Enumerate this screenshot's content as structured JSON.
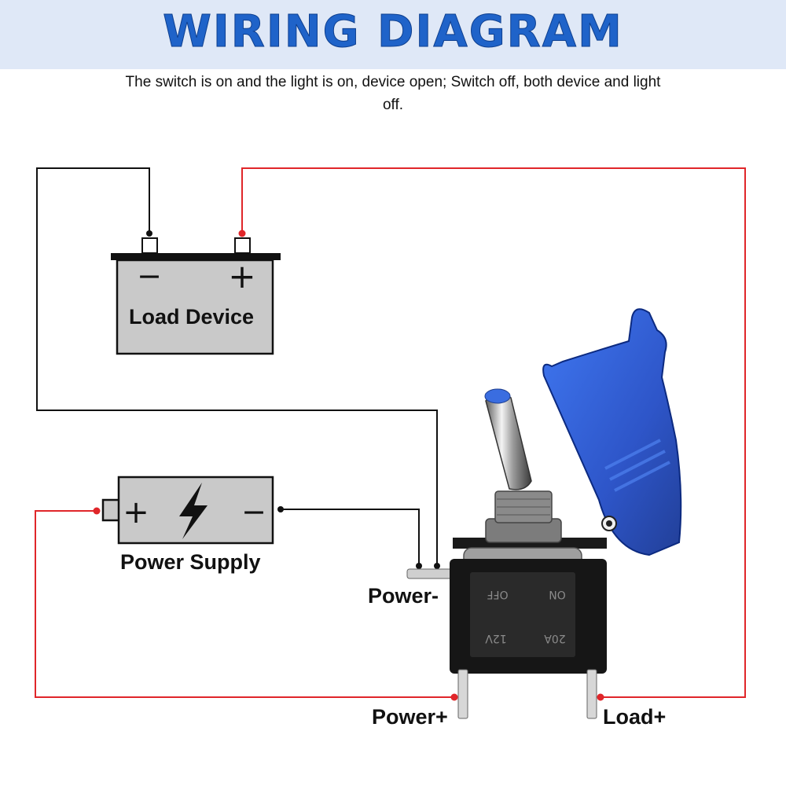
{
  "header": {
    "title": "WIRING DIAGRAM",
    "subtitle": "The switch is on and the light is on, device open; Switch off, both device and light off."
  },
  "load_device": {
    "label": "Load Device",
    "minus_symbol": "−",
    "plus_symbol": "+"
  },
  "power_supply": {
    "label": "Power Supply",
    "plus_symbol": "+",
    "minus_symbol": "−",
    "icon": "lightning-bolt-icon"
  },
  "switch": {
    "terminals": {
      "power_minus": "Power-",
      "power_plus": "Power+",
      "load_plus": "Load+"
    },
    "body_markings": [
      "OFF",
      "ON",
      "12V",
      "20A"
    ],
    "cover_color": "#1f52d6"
  },
  "colors": {
    "title": "#1f63c9",
    "header_band": "#dfe8f7",
    "positive_wire": "#e0262a",
    "negative_wire": "#111111",
    "box_fill": "#c9c9c9"
  }
}
